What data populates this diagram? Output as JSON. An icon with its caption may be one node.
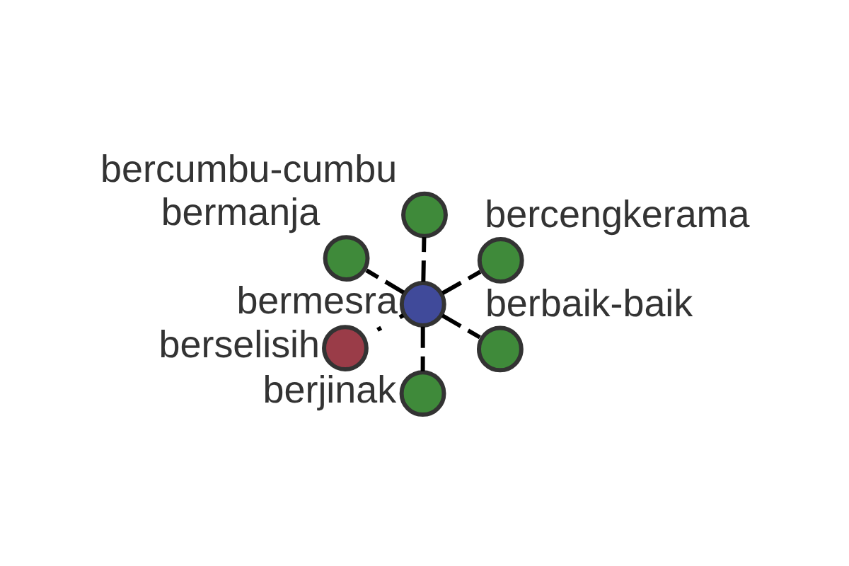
{
  "diagram": {
    "nodes": [
      {
        "text": [],
        "shape": "circle",
        "beside": [
          "bermesra"
        ]
      },
      {
        "text": [],
        "shape": "circle",
        "beside": [
          "berbaik-baik"
        ]
      },
      {
        "text": [],
        "shape": "circle",
        "beside": [
          "berjinak"
        ]
      },
      {
        "text": [],
        "shape": "circle",
        "beside": [
          "bermanja"
        ]
      },
      {
        "text": [],
        "shape": "circle",
        "beside": [
          "bercengkerama"
        ]
      },
      {
        "text": [],
        "shape": "circle",
        "beside": [
          "bercumbu-cumbu"
        ]
      },
      {
        "text": [],
        "shape": "circle",
        "beside": [
          "berselisih"
        ]
      }
    ],
    "edges": [
      {
        "from": 0,
        "to": 1,
        "arrow": "none",
        "style": "dashed"
      },
      {
        "from": 0,
        "to": 2,
        "arrow": "none",
        "style": "dashed"
      },
      {
        "from": 0,
        "to": 3,
        "arrow": "none",
        "style": "dashed"
      },
      {
        "from": 0,
        "to": 4,
        "arrow": "none",
        "style": "dashed"
      },
      {
        "from": 0,
        "to": 5,
        "arrow": "none",
        "style": "dashed"
      },
      {
        "from": 0,
        "to": 6,
        "arrow": "none"
      }
    ]
  }
}
